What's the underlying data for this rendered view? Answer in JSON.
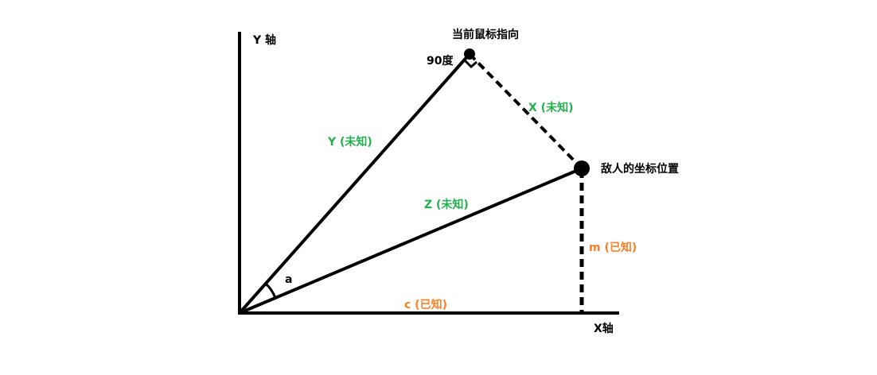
{
  "colors": {
    "line": "#000000",
    "unknown": "#22b14c",
    "known": "#ff7f27",
    "black_text": "#000000"
  },
  "labels": {
    "y_axis": "Y 轴",
    "x_axis": "X轴",
    "mouse_point": "当前鼠标指向",
    "right_angle": "90度",
    "enemy_point": "敌人的坐标位置",
    "side_x": "X (未知)",
    "side_y": "Y (未知)",
    "side_z": "Z (未知)",
    "side_m": "m (已知)",
    "side_c": "c (已知)",
    "angle_a": "a"
  }
}
